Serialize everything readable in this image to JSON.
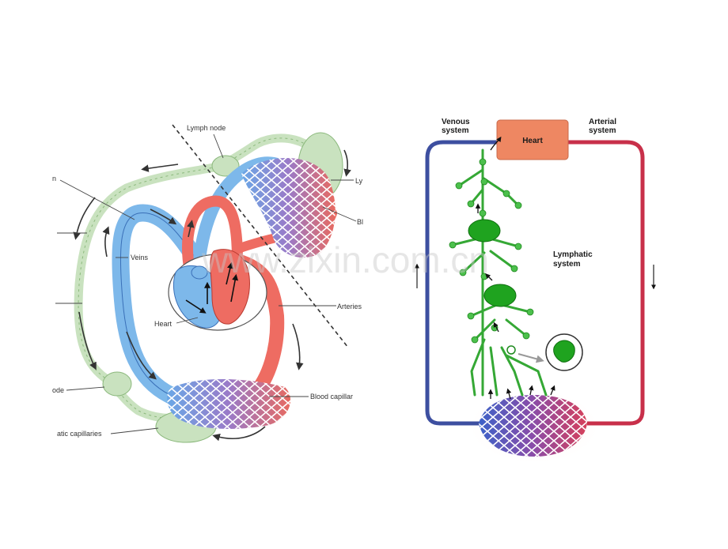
{
  "left_diagram": {
    "labels": {
      "lymph_node_top": "Lymph node",
      "lymph_trunk_cut": "Ly",
      "blood_cut": "Bl",
      "lymph_vessel_cut": "n",
      "veins": "Veins",
      "heart": "Heart",
      "arteries": "Arteries",
      "lymph_node_bottom": "ode",
      "blood_capillaries": "Blood capillar",
      "lymphatic_capillaries": "atic capillaries"
    }
  },
  "right_diagram": {
    "labels": {
      "venous_system": [
        "Venous",
        "system"
      ],
      "heart": "Heart",
      "arterial_system": [
        "Arterial",
        "system"
      ],
      "lymphatic_system": [
        "Lymphatic",
        "system"
      ]
    }
  },
  "watermark": "www.zixin.com.cn",
  "colors": {
    "vein_blue": "#7db8ea",
    "artery_red": "#ee6c62",
    "lymph_green": "#c9e2bf",
    "lymph_node_green": "#1fa31f",
    "venous_line": "#3d4fa0",
    "arterial_line": "#c8304a",
    "heart_box": "#ee8762"
  }
}
